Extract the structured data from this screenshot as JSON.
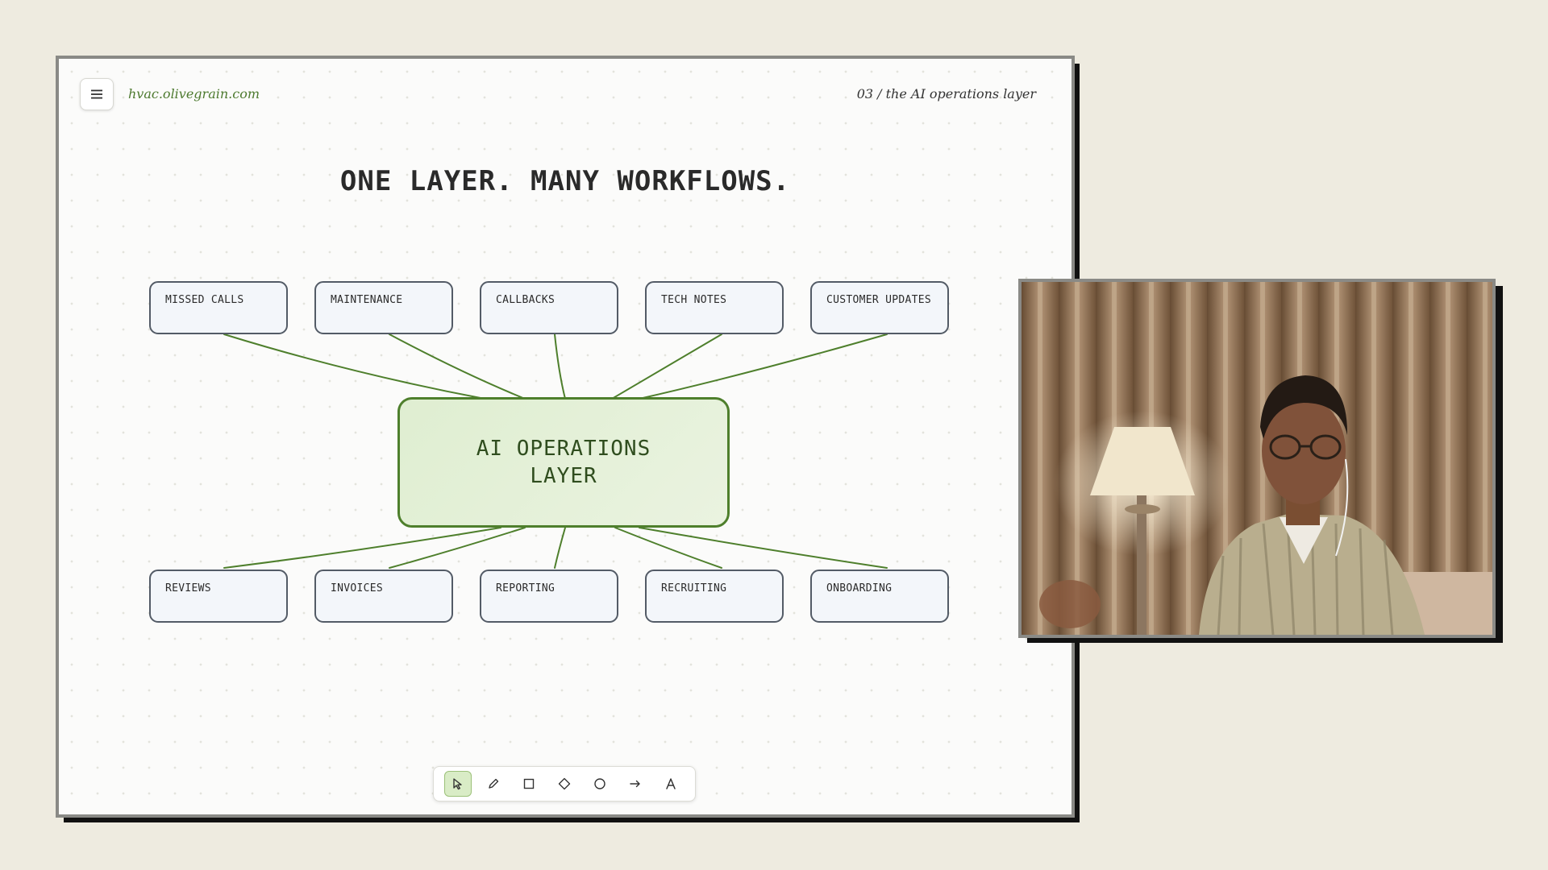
{
  "board": {
    "site_url": "hvac.olivegrain.com",
    "slide_label": "03 / the AI operations layer",
    "title": "ONE LAYER. MANY WORKFLOWS.",
    "menu_icon": "hamburger-menu-icon"
  },
  "diagram": {
    "hub_label": "AI OPERATIONS LAYER",
    "top_row": [
      "MISSED CALLS",
      "MAINTENANCE",
      "CALLBACKS",
      "TECH NOTES",
      "CUSTOMER UPDATES"
    ],
    "bottom_row": [
      "REVIEWS",
      "INVOICES",
      "REPORTING",
      "RECRUITING",
      "ONBOARDING"
    ],
    "colors": {
      "hub_border": "#4e7f2c",
      "connector": "#4e7f2c",
      "box_border": "#535b66"
    }
  },
  "toolbar": {
    "tools": [
      {
        "name": "select",
        "icon": "cursor-arrow-icon",
        "active": true
      },
      {
        "name": "pencil",
        "icon": "pencil-icon",
        "active": false
      },
      {
        "name": "rectangle",
        "icon": "square-icon",
        "active": false
      },
      {
        "name": "diamond",
        "icon": "diamond-icon",
        "active": false
      },
      {
        "name": "ellipse",
        "icon": "circle-icon",
        "active": false
      },
      {
        "name": "arrow",
        "icon": "arrow-right-icon",
        "active": false
      },
      {
        "name": "text",
        "icon": "text-a-icon",
        "active": false
      }
    ]
  },
  "webcam": {
    "description_icon": "presenter-video-feed"
  }
}
